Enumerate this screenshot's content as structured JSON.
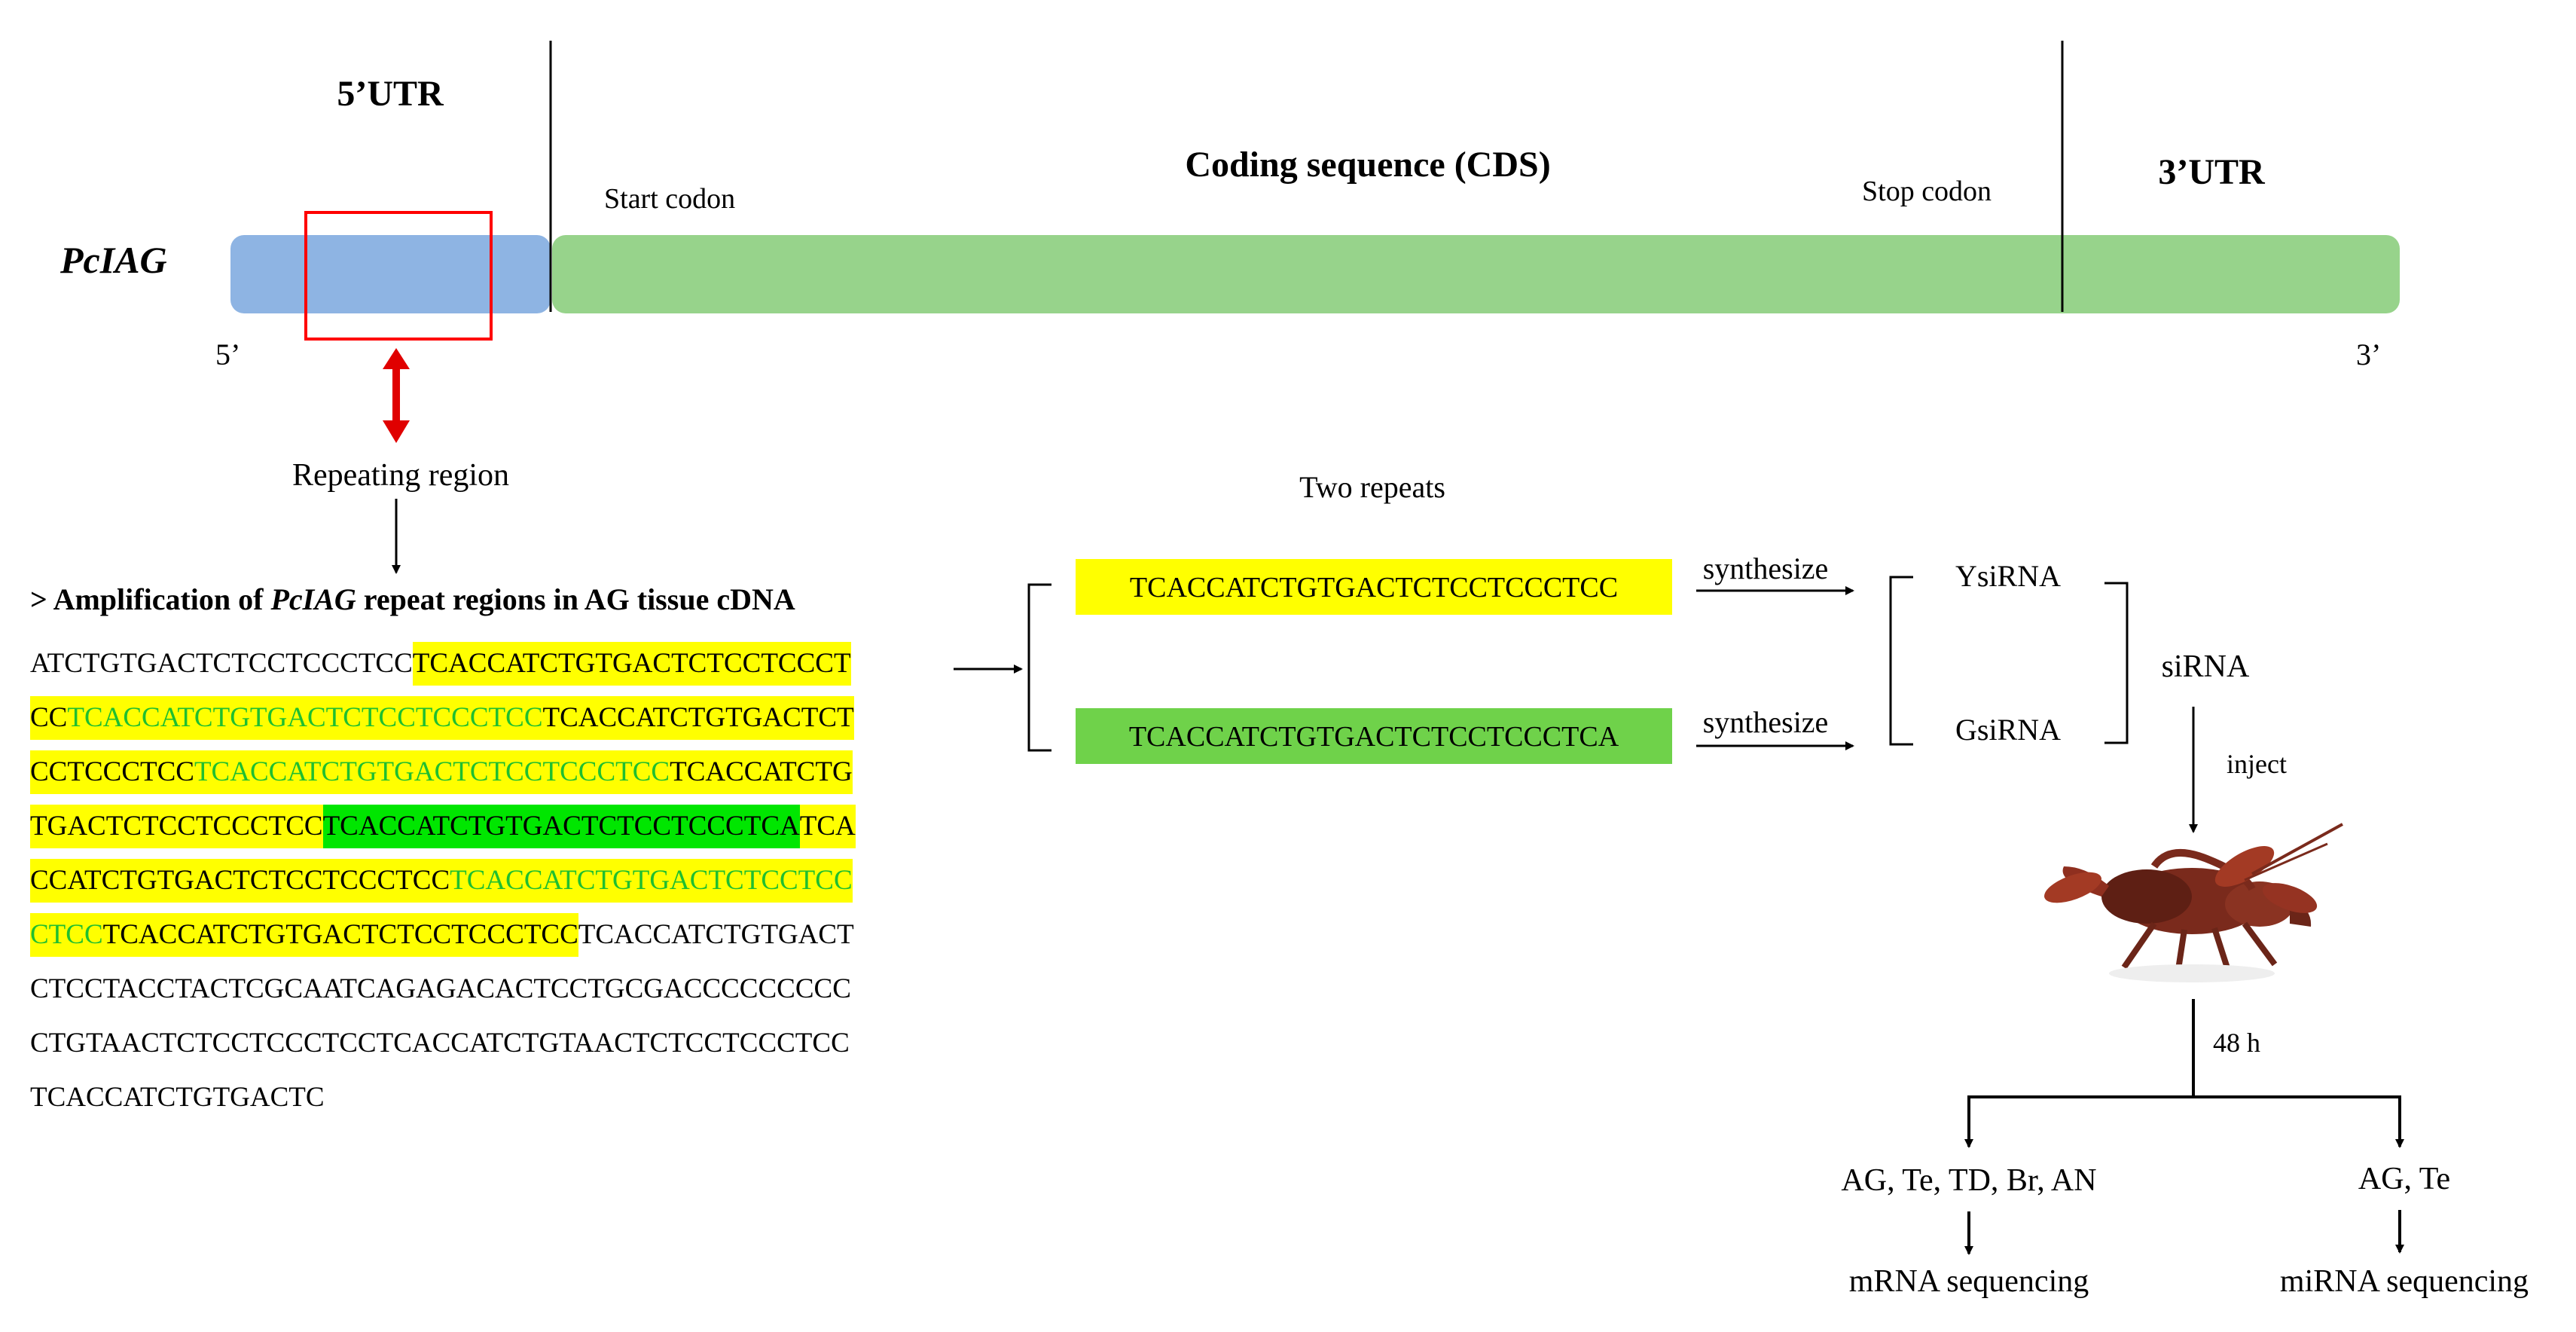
{
  "gene": {
    "name": "PcIAG",
    "utr5_label": "5’UTR",
    "cds_label": "Coding sequence (CDS)",
    "utr3_label": "3’UTR",
    "start_codon": "Start codon",
    "stop_codon": "Stop codon",
    "end5": "5’",
    "end3": "3’",
    "repeating_region": "Repeating region"
  },
  "colors": {
    "utr5": "#8eb4e3",
    "cds": "#97d38b",
    "highlight_box": "#ff0000",
    "yellow_hl": "#ffff00",
    "green_hl": "#00e600",
    "green_text": "#1fbf2f",
    "probe_green": "#6fd24a"
  },
  "amplification": {
    "prefix": "> Amplification of ",
    "gene": "PcIAG",
    "suffix": " repeat regions in AG tissue cDNA",
    "lines": [
      [
        {
          "t": "ATCTGTGACTCTCCTCCCTCC",
          "hl": "none",
          "c": "black"
        },
        {
          "t": "TCACCATCTGTGACTCTCCTCCCT",
          "hl": "yellow",
          "c": "black"
        }
      ],
      [
        {
          "t": "CC",
          "hl": "yellow",
          "c": "black"
        },
        {
          "t": "TCACCATCTGTGACTCTCCTCCCTCC",
          "hl": "yellow",
          "c": "green"
        },
        {
          "t": "TCACCATCTGTGACTCT",
          "hl": "yellow",
          "c": "black"
        }
      ],
      [
        {
          "t": "CCTCCCTCC",
          "hl": "yellow",
          "c": "black"
        },
        {
          "t": "TCACCATCTGTGACTCTCCTCCCTCC",
          "hl": "yellow",
          "c": "green"
        },
        {
          "t": "TCACCATCTG",
          "hl": "yellow",
          "c": "black"
        }
      ],
      [
        {
          "t": "TGACTCTCCTCCCTCC",
          "hl": "yellow",
          "c": "black"
        },
        {
          "t": "TCACCATCTGTGACTCTCCTCCCTCA",
          "hl": "green",
          "c": "black"
        },
        {
          "t": "TCA",
          "hl": "yellow",
          "c": "black"
        }
      ],
      [
        {
          "t": "CCATCTGTGACTCTCCTCCCTCC",
          "hl": "yellow",
          "c": "black"
        },
        {
          "t": "TCACCATCTGTGACTCTCCTCC",
          "hl": "yellow",
          "c": "green"
        }
      ],
      [
        {
          "t": "CTCC",
          "hl": "yellow",
          "c": "green"
        },
        {
          "t": "TCACCATCTGTGACTCTCCTCCCTCC",
          "hl": "yellow",
          "c": "black"
        },
        {
          "t": "TCACCATCTGTGACT",
          "hl": "none",
          "c": "black"
        }
      ],
      [
        {
          "t": "CTCCTACCTACTCGCAATCAGAGACACTCCTGCGACCCCCCCCC",
          "hl": "none",
          "c": "black"
        }
      ],
      [
        {
          "t": "CTGTAACTCTCCTCCCTCCTCACCATCTGTAACTCTCCTCCCTCC",
          "hl": "none",
          "c": "black"
        }
      ],
      [
        {
          "t": "TCACCATCTGTGACTC",
          "hl": "none",
          "c": "black"
        }
      ]
    ]
  },
  "repeats": {
    "title": "Two repeats",
    "seq1": "TCACCATCTGTGACTCTCCTCCCTCC",
    "seq2": "TCACCATCTGTGACTCTCCTCCCTCA",
    "synth1": "synthesize",
    "synth2": "synthesize",
    "sirna1": "YsiRNA",
    "sirna2": "GsiRNA",
    "sirna": "siRNA",
    "inject": "inject",
    "time": "48 h"
  },
  "outputs": {
    "left_tissues": "AG, Te, TD, Br, AN",
    "right_tissues": "AG, Te",
    "left_seq": "mRNA sequencing",
    "right_seq": "miRNA sequencing"
  }
}
